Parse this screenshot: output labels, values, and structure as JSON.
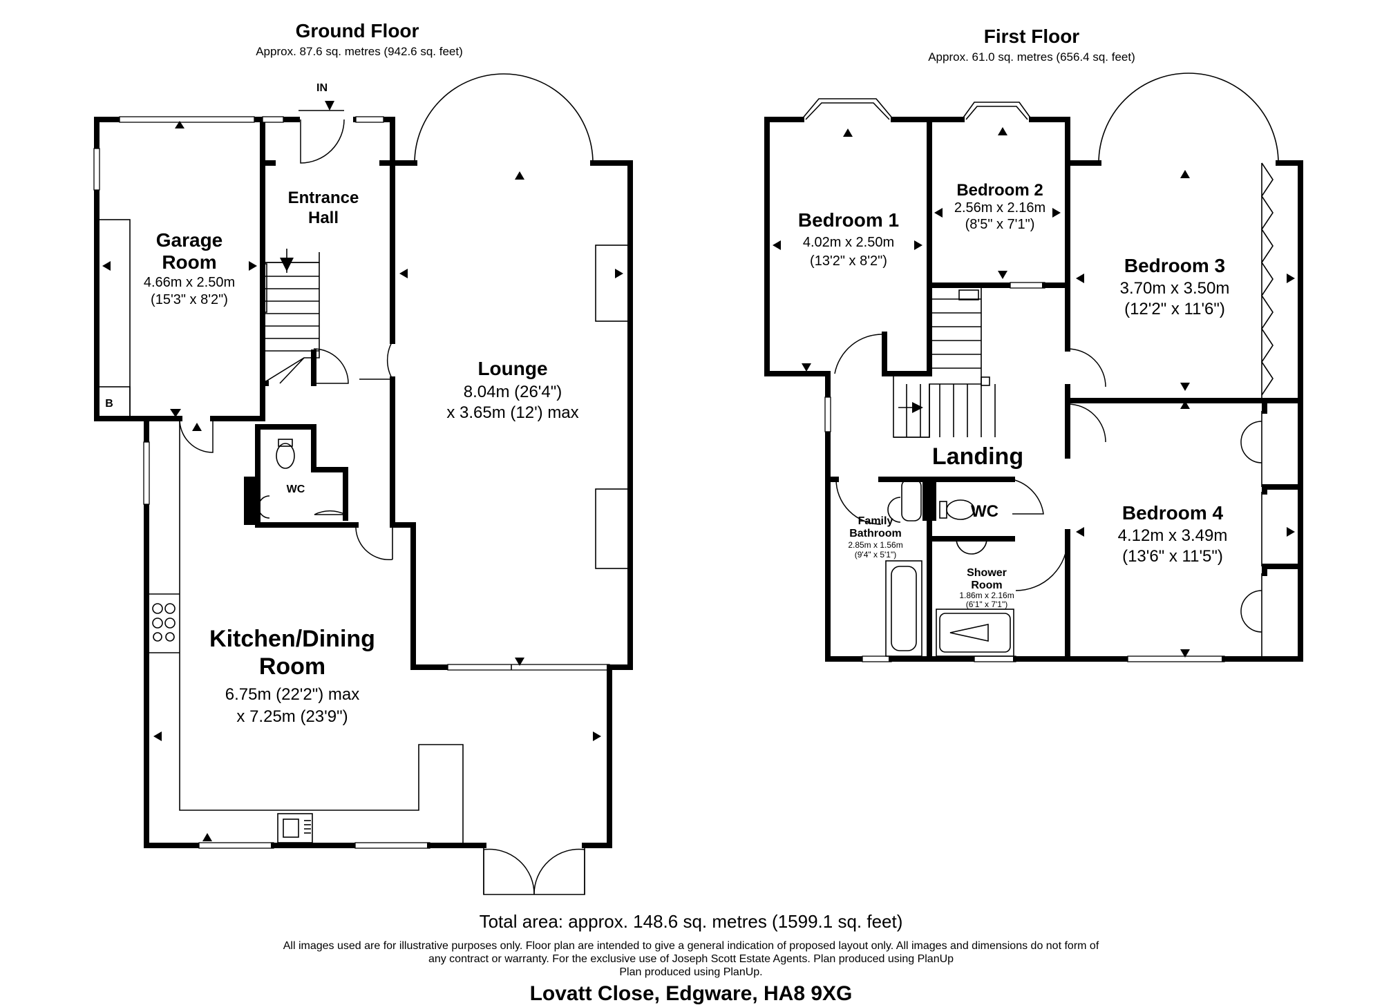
{
  "ground_floor": {
    "title": "Ground Floor",
    "area": "Approx. 87.6 sq. metres (942.6 sq. feet)",
    "entrance_marker": "IN",
    "rooms": {
      "garage": {
        "name": [
          "Garage",
          "Room"
        ],
        "dims": [
          "4.66m x 2.50m",
          "(15'3\" x 8'2\")"
        ]
      },
      "entrance_hall": {
        "name": [
          "Entrance",
          "Hall"
        ]
      },
      "lounge": {
        "name": [
          "Lounge"
        ],
        "dims": [
          "8.04m (26'4\")",
          "x 3.65m (12') max"
        ]
      },
      "wc": {
        "name": [
          "WC"
        ]
      },
      "kitchen": {
        "name": [
          "Kitchen/Dining",
          "Room"
        ],
        "dims": [
          "6.75m (22'2\") max",
          "x 7.25m (23'9\")"
        ]
      },
      "boiler": {
        "name": [
          "B"
        ]
      }
    }
  },
  "first_floor": {
    "title": "First Floor",
    "area": "Approx. 61.0 sq. metres (656.4 sq. feet)",
    "rooms": {
      "bedroom1": {
        "name": [
          "Bedroom 1"
        ],
        "dims": [
          "4.02m x 2.50m",
          "(13'2\" x 8'2\")"
        ]
      },
      "bedroom2": {
        "name": [
          "Bedroom 2"
        ],
        "dims": [
          "2.56m x 2.16m",
          "(8'5\" x 7'1\")"
        ]
      },
      "bedroom3": {
        "name": [
          "Bedroom 3"
        ],
        "dims": [
          "3.70m x 3.50m",
          "(12'2\" x 11'6\")"
        ]
      },
      "bedroom4": {
        "name": [
          "Bedroom 4"
        ],
        "dims": [
          "4.12m x 3.49m",
          "(13'6\" x 11'5\")"
        ]
      },
      "landing": {
        "name": [
          "Landing"
        ]
      },
      "wc": {
        "name": [
          "WC"
        ]
      },
      "bathroom": {
        "name": [
          "Family",
          "Bathroom"
        ],
        "dims": [
          "2.85m x 1.56m",
          "(9'4\" x 5'1\")"
        ]
      },
      "shower": {
        "name": [
          "Shower",
          "Room"
        ],
        "dims": [
          "1.86m x 2.16m",
          "(6'1\" x 7'1\")"
        ]
      }
    }
  },
  "footer": {
    "total_area": "Total area: approx. 148.6 sq. metres (1599.1 sq. feet)",
    "disclaimer": [
      "All images used are for illustrative purposes only. Floor plan are intended to give a general indication of proposed layout only. All images and dimensions do not form of",
      "any contract or warranty. For the exclusive use of Joseph Scott Estate Agents. Plan produced using PlanUp",
      "Plan produced using PlanUp."
    ],
    "address": "Lovatt Close, Edgware, HA8 9XG"
  },
  "colors": {
    "ink": "#000000",
    "paper": "#ffffff"
  }
}
